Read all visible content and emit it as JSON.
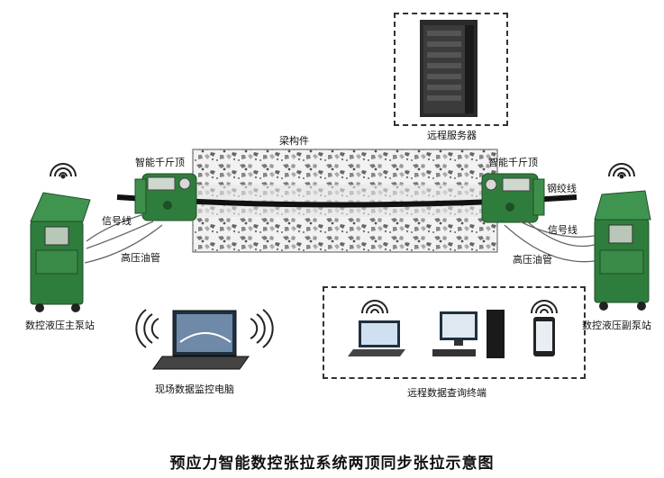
{
  "diagram": {
    "caption": "预应力智能数控张拉系统两顶同步张拉示意图",
    "labels": {
      "remote_server": "远程服务器",
      "beam": "梁构件",
      "jack_left": "智能千斤顶",
      "jack_right": "智能千斤顶",
      "strand": "钢绞线",
      "signal_left": "信号线",
      "signal_right": "信号线",
      "hose_left": "高压油管",
      "hose_right": "高压油管",
      "main_pump": "数控液压主泵站",
      "aux_pump": "数控液压副泵站",
      "field_pc": "现场数据监控电脑",
      "remote_terminal": "远程数据查询终端"
    },
    "colors": {
      "equipment_green": "#2f7d3c",
      "dash": "#333333",
      "server": "#2a2a2a",
      "strand": "#111111"
    },
    "icons": [
      "wifi-icon",
      "server-icon",
      "laptop-icon",
      "desktop-icon",
      "phone-icon",
      "pump-station-icon",
      "jack-icon"
    ]
  }
}
